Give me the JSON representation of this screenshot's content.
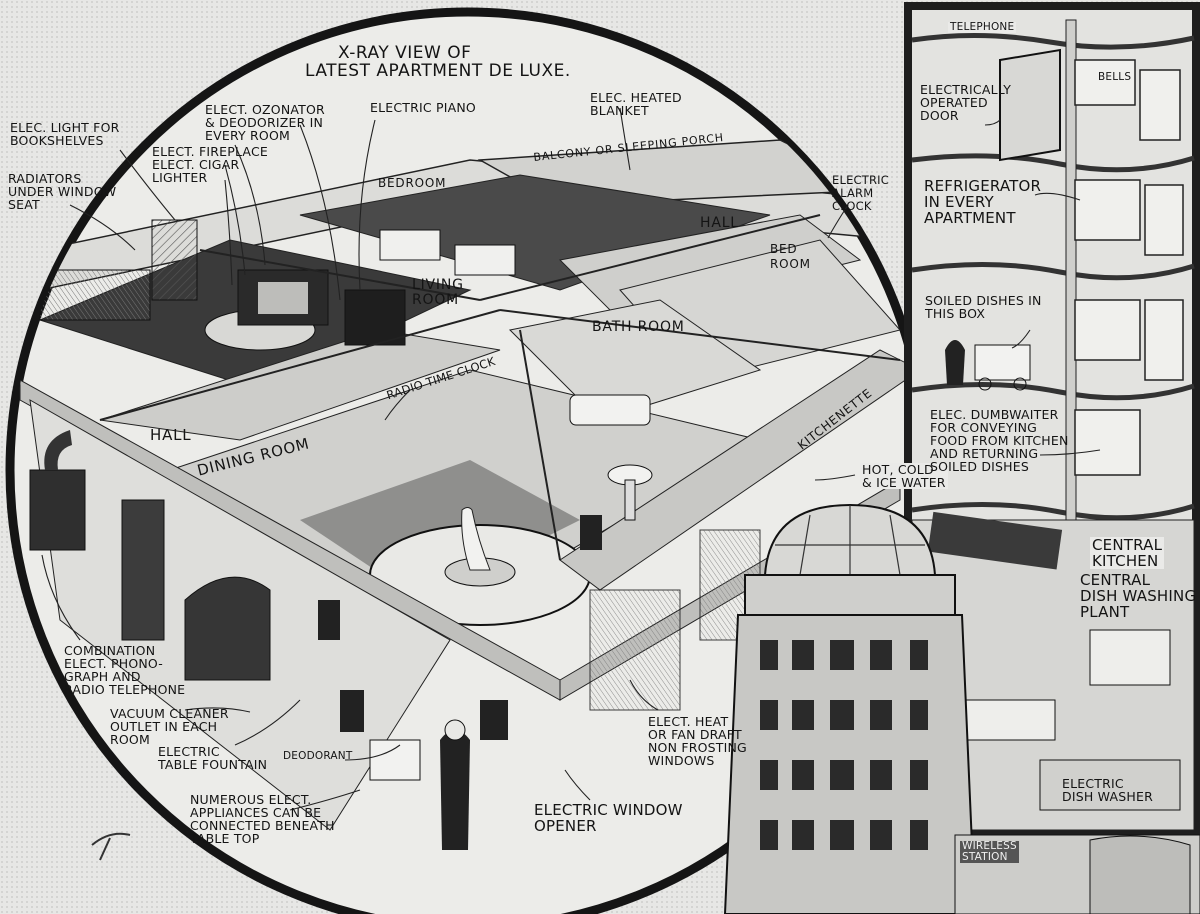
{
  "title": {
    "line1": "X-RAY VIEW OF",
    "line2": "LATEST APARTMENT DE LUXE."
  },
  "rooms": {
    "bedroom": "BEDROOM",
    "balcony": "BALCONY OR SLEEPING PORCH",
    "hall_upper": "HALL",
    "bed_room": "BED\nROOM",
    "living_room": "LIVING\nROOM",
    "bath_room": "BATH ROOM",
    "hall_lower": "HALL",
    "dining_room": "DINING ROOM",
    "kitchenette": "KITCHENETTE"
  },
  "callouts": {
    "light_bookshelves": "ELEC. LIGHT FOR\nBOOKSHELVES",
    "radiators": "RADIATORS\nUNDER WINDOW\nSEAT",
    "ozonator": "ELECT. OZONATOR\n& DEODORIZER IN\nEVERY ROOM",
    "fireplace": "ELECT. FIREPLACE",
    "cigar_lighter": "ELECT. CIGAR\nLIGHTER",
    "piano": "ELECTRIC PIANO",
    "blanket": "ELEC. HEATED\nBLANKET",
    "alarm_clock": "ELECTRIC\nALARM\nCLOCK",
    "radio_clock": "RADIO TIME CLOCK",
    "hot_cold_water": "HOT, COLD\n& ICE WATER",
    "phonograph": "COMBINATION\nELECT. PHONO-\nGRAPH AND\nRADIO TELEPHONE",
    "vacuum": "VACUUM CLEANER\nOUTLET IN EACH\nROOM",
    "fountain": "ELECTRIC\nTABLE FOUNTAIN",
    "deodorant": "DEODORANT",
    "appliances": "NUMEROUS ELECT.\nAPPLIANCES CAN BE\nCONNECTED BENEATH\nTABLE TOP",
    "window_opener": "ELECTRIC WINDOW\nOPENER",
    "heat_windows": "ELECT. HEAT\nOR FAN DRAFT\nNON FROSTING\nWINDOWS"
  },
  "side_panel": {
    "telephone": "TELEPHONE",
    "bells": "BELLS",
    "door": "ELECTRICALLY\nOPERATED\nDOOR",
    "refrigerator": "REFRIGERATOR\nIN EVERY\nAPARTMENT",
    "soiled_dishes": "SOILED DISHES IN\nTHIS BOX",
    "dumbwaiter": "ELEC. DUMBWAITER\nFOR CONVEYING\nFOOD FROM KITCHEN\nAND RETURNING\nSOILED DISHES",
    "central_kitchen": "CENTRAL\nKITCHEN",
    "dish_plant": "CENTRAL\nDISH WASHING\nPLANT",
    "dish_washer": "ELECTRIC\nDISH WASHER"
  },
  "tower": {
    "wireless_station": "WIRELESS\nSTATION"
  },
  "colors": {
    "ink": "#141414",
    "paper": "#e7e7e5",
    "floor_dark": "#3a3a3a",
    "panel_border": "#2a2a2a"
  }
}
